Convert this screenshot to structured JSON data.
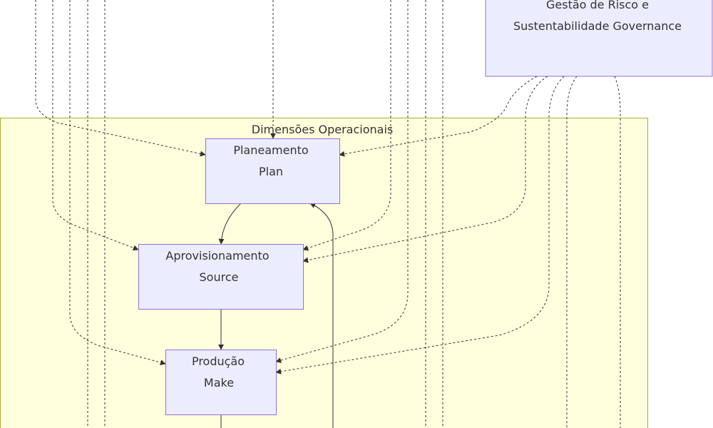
{
  "governance": {
    "line1": "Gestão de Risco e",
    "line2": "Sustentabilidade Governance"
  },
  "cluster": {
    "title": "Dimensões Operacionais"
  },
  "nodes": {
    "plan": {
      "line1": "Planeamento",
      "line2": "Plan"
    },
    "source": {
      "line1": "Aprovisionamento",
      "line2": "Source"
    },
    "make": {
      "line1": "Produção",
      "line2": "Make"
    }
  },
  "colors": {
    "node_fill": "#ececff",
    "node_stroke": "#9370db",
    "cluster_fill": "#ffffde",
    "cluster_stroke": "#aaaa33",
    "edge": "#333333"
  }
}
